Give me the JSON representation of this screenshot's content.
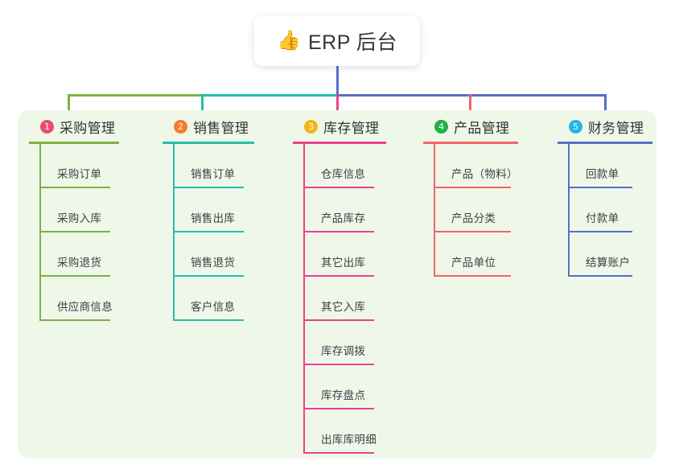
{
  "diagram": {
    "type": "mind-map",
    "root": {
      "icon": "thumbs-up-emoji",
      "emoji": "👍",
      "title": "ERP 后台"
    },
    "panel_color": "#eff7e9",
    "branches": [
      {
        "number": "1",
        "title": "采购管理",
        "badge_color": "#ea4d6e",
        "line_color": "#7cb342",
        "items": [
          "采购订单",
          "采购入库",
          "采购退货",
          "供应商信息"
        ]
      },
      {
        "number": "2",
        "title": "销售管理",
        "badge_color": "#f47b28",
        "line_color": "#22bfa8",
        "items": [
          "销售订单",
          "销售出库",
          "销售退货",
          "客户信息"
        ]
      },
      {
        "number": "3",
        "title": "库存管理",
        "badge_color": "#f5b417",
        "line_color": "#e8438c",
        "items": [
          "仓库信息",
          "产品库存",
          "其它出库",
          "其它入库",
          "库存调拨",
          "库存盘点",
          "出库库明细"
        ]
      },
      {
        "number": "4",
        "title": "产品管理",
        "badge_color": "#22b04a",
        "line_color": "#f4626a",
        "items": [
          "产品（物料）",
          "产品分类",
          "产品单位"
        ]
      },
      {
        "number": "5",
        "title": "财务管理",
        "badge_color": "#22b3e8",
        "line_color": "#5470c6",
        "items": [
          "回款单",
          "付款单",
          "结算账户"
        ]
      }
    ],
    "connectors": {
      "root_stem_color": "#5470c6",
      "bus_left_color": "#7cb342",
      "bus_mid_color": "#22bfa8",
      "bus_right_color": "#5470c6"
    }
  }
}
